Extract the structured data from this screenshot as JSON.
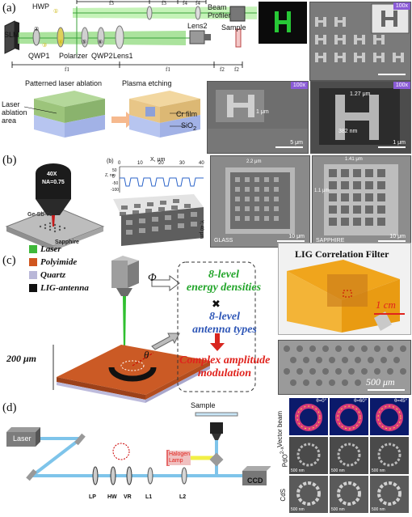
{
  "panel_labels": {
    "a": "(a)",
    "b": "(b)",
    "c": "(c)",
    "d": "(d)"
  },
  "panel_a": {
    "setup": {
      "slm": "SLM",
      "hwp": "HWP",
      "qwp1": "QWP1",
      "polarizer": "Polarizer",
      "qwp2": "QWP2",
      "lens1": "Lens1",
      "lens2": "Lens2",
      "beam_profiler": "Beam\nProfiler",
      "sample": "Sample",
      "circles": [
        "①",
        "②",
        "③",
        "④",
        "⑤",
        "⑥"
      ],
      "focal_top": [
        "f3",
        "f3",
        "f4",
        "f4"
      ],
      "focal_bottom": [
        "f1",
        "f1",
        "f2",
        "f2"
      ]
    },
    "process": {
      "step1": "Patterned laser ablation",
      "step2": "Plasma etching",
      "laser_area": "Laser\nablation\narea",
      "cr_film": "Cr film",
      "sio2": "SiO",
      "sio2_sub": "2"
    },
    "sem_images": {
      "mag": "100x",
      "scale_1um": "1 μm",
      "scale_5um": "5 μm",
      "dim_127": "1.27 μm",
      "dim_382": "382 nm"
    }
  },
  "panel_b": {
    "objective_mag": "40X",
    "objective_na": "NA=0.75",
    "film": "Ge-Sb-Te",
    "substrate": "Sapphire",
    "inner_label": "(b)",
    "x_axis": "X, μm",
    "x_ticks": [
      "0",
      "10",
      "20",
      "30",
      "40"
    ],
    "z_axis": "Z, nm",
    "z_ticks": [
      "50",
      "0",
      "-50",
      "-100"
    ],
    "y_axis": "Y, 40 μm",
    "sem_left": "GLASS",
    "sem_right": "SAPPHIRE",
    "dim_left": "2.2 μm",
    "dim_right": "1.41 μm",
    "dim_right2": "1.1 μm",
    "scale": "10 μm"
  },
  "panel_c": {
    "legend": [
      {
        "label": "Laser",
        "color": "#3fb83a"
      },
      {
        "label": "Polyimide",
        "color": "#d0561f"
      },
      {
        "label": "Quartz",
        "color": "#b9b7d8"
      },
      {
        "label": "LIG-antenna",
        "color": "#111111"
      }
    ],
    "phi": "Φ",
    "theta": "θ",
    "energy": "8-level\nenergy densities",
    "times": "✖",
    "antenna": "8-level\nantenna types",
    "complex": "Complex amplitude\nmodulation",
    "size": "200 μm",
    "filter_title": "LIG Correlation Filter",
    "scale_1cm": "1 cm",
    "scale_500": "500 μm"
  },
  "panel_d": {
    "laser": "Laser",
    "sample": "Sample",
    "halogen": "Halogen\nLamp",
    "ccd": "CCD",
    "components": [
      "LP",
      "HW",
      "VR",
      "L1",
      "L2"
    ],
    "vector_beam": "Vector beam",
    "row_pdo": "PdO",
    "row_pdo_sup": "2-x",
    "row_cds": "CdS",
    "theta_labels": [
      "θ=0°",
      "θ=60°",
      "θ=45°"
    ],
    "scale_500nm": "500 nm"
  }
}
